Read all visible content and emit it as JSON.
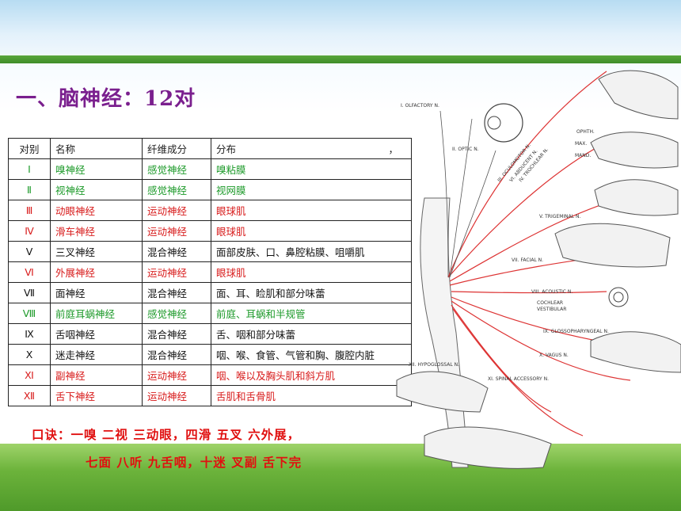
{
  "title": "一、脑神经：12对",
  "table": {
    "headers": [
      "对别",
      "名称",
      "纤维成分",
      "分布"
    ],
    "header_extra": "，",
    "rows": [
      {
        "num": "Ⅰ",
        "name": "嗅神经",
        "fiber": "感觉神经",
        "dist": "嗅粘膜",
        "color": "green"
      },
      {
        "num": "Ⅱ",
        "name": "视神经",
        "fiber": "感觉神经",
        "dist": "视网膜",
        "color": "green"
      },
      {
        "num": "Ⅲ",
        "name": "动眼神经",
        "fiber": "运动神经",
        "dist": "眼球肌",
        "color": "red"
      },
      {
        "num": "Ⅳ",
        "name": "滑车神经",
        "fiber": "运动神经",
        "dist": "眼球肌",
        "color": "red"
      },
      {
        "num": "Ⅴ",
        "name": "三叉神经",
        "fiber": "混合神经",
        "dist": "面部皮肤、口、鼻腔粘膜、咀嚼肌",
        "color": "black"
      },
      {
        "num": "Ⅵ",
        "name": "外展神经",
        "fiber": "运动神经",
        "dist": "眼球肌",
        "color": "red"
      },
      {
        "num": "Ⅶ",
        "name": "面神经",
        "fiber": "混合神经",
        "dist": "面、耳、睑肌和部分味蕾",
        "color": "black"
      },
      {
        "num": "Ⅷ",
        "name": "前庭耳蜗神经",
        "fiber": "感觉神经",
        "dist": "前庭、耳蜗和半规管",
        "color": "green"
      },
      {
        "num": "Ⅸ",
        "name": "舌咽神经",
        "fiber": "混合神经",
        "dist": "舌、咽和部分味蕾",
        "color": "black"
      },
      {
        "num": "Ⅹ",
        "name": "迷走神经",
        "fiber": "混合神经",
        "dist": "咽、喉、食管、气管和胸、腹腔内脏",
        "color": "black"
      },
      {
        "num": "Ⅺ",
        "name": "副神经",
        "fiber": "运动神经",
        "dist": "咽、喉以及胸头肌和斜方肌",
        "color": "red"
      },
      {
        "num": "Ⅻ",
        "name": "舌下神经",
        "fiber": "运动神经",
        "dist": "舌肌和舌骨肌",
        "color": "red"
      }
    ]
  },
  "mnemonic": {
    "line1": "口诀：一嗅 二视 三动眼，四滑 五叉 六外展，",
    "line2": "七面 八听 九舌咽，十迷 叉副 舌下完"
  },
  "diagram_labels": {
    "olfactory": "I. OLFACTORY N.",
    "optic": "II. OPTIC N.",
    "oculomotor": "III. OCULOMOTOR N.",
    "abducent": "VI. ABDUCENT N.",
    "trochlear": "IV. TROCHLEAR N.",
    "ophth": "OPHTH.",
    "max": "MAX.",
    "mand": "MAND.",
    "trigeminal": "V. TRIGEMINAL N.",
    "facial": "VII. FACIAL N.",
    "acoustic": "VIII. ACOUSTIC N.",
    "cochlear": "COCHLEAR",
    "vestibular": "VESTIBULAR",
    "glossopharyngeal": "IX. GLOSSOPHARYNGEAL N.",
    "vagus": "X. VAGUS N.",
    "hypoglossal": "XII. HYPOGLOSSAL N.",
    "spinal": "XI. SPINAL ACCESSORY N."
  }
}
